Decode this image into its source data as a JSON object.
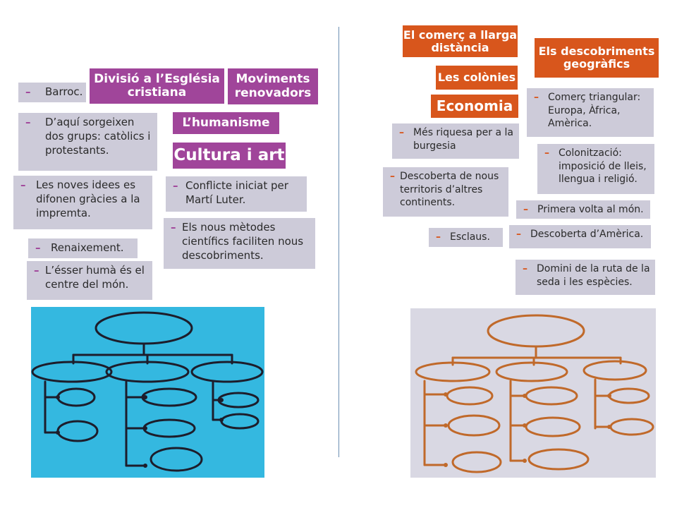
{
  "left": {
    "accent": "#a0459a",
    "headings": {
      "divisio": "Divisió a l’Església cristiana",
      "moviments": "Moviments renovadors",
      "humanisme": "L’humanisme",
      "cultura": "Cultura i art"
    },
    "cards": {
      "barroc": "Barroc.",
      "grups": "D’aquí sorgeixen dos grups: catòlics i protestants.",
      "idees": "Les noves idees es difonen gràcies a la impremta.",
      "renaixement": "Renaixement.",
      "esser": "L’ésser humà és el centre del món.",
      "conflicte": "Conflicte iniciat per Martí Luter.",
      "metodes": "Els nous mètodes científics faciliten nous descobriments."
    },
    "dash": "–",
    "photo_bg": "#34b8e0",
    "photo_ink": "#1d1d2b"
  },
  "right": {
    "accent": "#d8561c",
    "headings": {
      "comerc": "El comerç a llarga distància",
      "descobriments": "Els descobriments geogràfics",
      "colonies": "Les colònies",
      "economia": "Economia"
    },
    "cards": {
      "triangular": "Comerç triangular: Europa, Àfrica, Amèrica.",
      "riquesa": "Més riquesa per a la burgesia",
      "colonitzacio": "Colonització: imposició de lleis, llengua i religió.",
      "territoris": "Descoberta de nous territoris d’altres continents.",
      "volta": "Primera volta al món.",
      "esclaus": "Esclaus.",
      "america": "Descoberta d’Amèrica.",
      "domini": "Domini de la ruta de la seda i les espècies."
    },
    "dash": "–",
    "photo_bg": "#d9d8e3",
    "photo_ink": "#c0692a"
  }
}
